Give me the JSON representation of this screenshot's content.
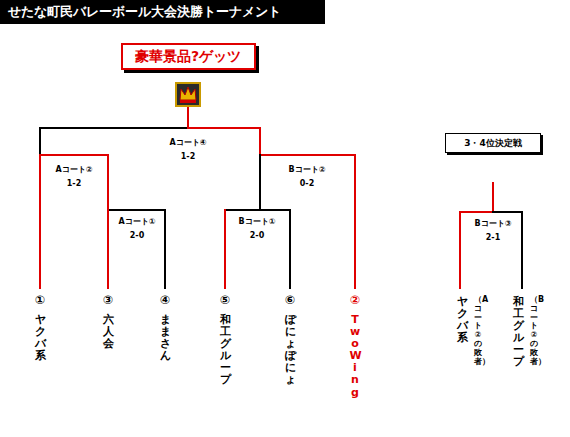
{
  "diagram": {
    "title": "せたな町民バレーボール大会決勝トーナメント",
    "nodes": [
      {
        "text": [
          "豪華景品?ゲッツ"
        ]
      },
      {
        "text": [
          "3・4位決定戦"
        ]
      }
    ],
    "labels": [
      "Aコート④",
      "1-2",
      "Aコート②",
      "1-2",
      "Aコート①",
      "2-0",
      "Bコート②",
      "0-2",
      "Bコート①",
      "2-0",
      "Bコート③",
      "2-1",
      "①",
      "ヤクバ系",
      "③",
      "六人会",
      "④",
      "ままさん",
      "⑤",
      "和工グループ",
      "⑥",
      "ぽにょぽにょ",
      "②",
      "Two Wing",
      "ヤクバ系",
      "（Aコート②の敗者）",
      "和工グループ",
      "（Bコート②の敗者）"
    ]
  }
}
